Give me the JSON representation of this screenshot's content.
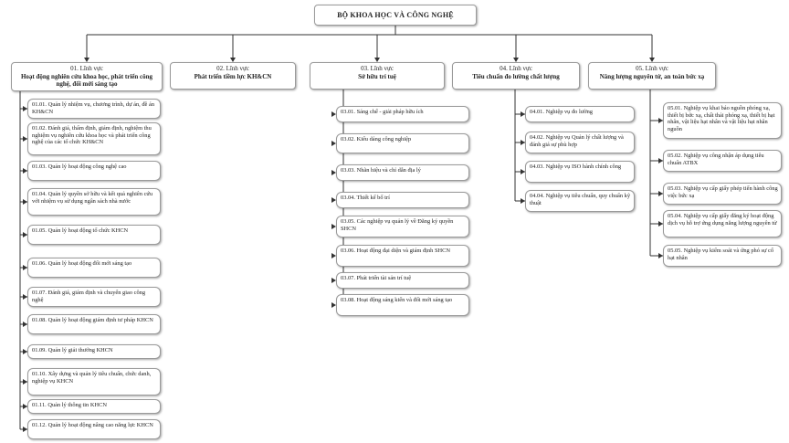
{
  "root": {
    "title": "BỘ KHOA HỌC VÀ CÔNG NGHỆ"
  },
  "domains": [
    {
      "code": "01. Lĩnh vực",
      "title": "Hoạt động nghiên cứu khoa học, phát triển công nghệ, đổi mới sáng tạo",
      "items": [
        "01.01. Quản lý nhiệm vụ, chương trình, dự án, đề án KH&CN",
        "01.02. Đánh giá, thẩm định, giám định, nghiệm thu nghiệm vụ nghiên cứu khoa học và phát triển công nghệ của các tổ chức KH&CN",
        "01.03. Quản lý hoạt động công nghệ cao",
        "01.04. Quản lý quyền sở hữu và kết quả nghiên cứu với nhiệm vụ sử dụng ngân sách nhà nước",
        "01.05. Quản lý hoạt động tổ chức KHCN",
        "01.06. Quản lý hoạt động đổi mới sáng tạo",
        "01.07. Đánh giá, giám định và chuyển giao công nghệ",
        "01.08. Quản lý hoạt động giám định tư pháp KHCN",
        "01.09. Quản lý giải thưởng KHCN",
        "01.10. Xây dựng và quản lý tiêu chuẩn, chức danh, nghiệp vụ KHCN",
        "01.11. Quản lý thông tin KHCN",
        "01.12. Quản lý hoạt động nâng cao năng lực KHCN"
      ]
    },
    {
      "code": "02. Lĩnh vực",
      "title": "Phát triển tiềm lực KH&CN",
      "items": []
    },
    {
      "code": "03. Lĩnh vực",
      "title": "Sở hữu trí tuệ",
      "items": [
        "03.01. Sáng chế - giải pháp hữu ích",
        "03.02. Kiểu dáng công nghiệp",
        "03.03. Nhãn hiệu và chỉ dẫn địa lý",
        "03.04. Thiết kế bố trí",
        "03.05. Các nghiệp vụ quản lý về Đăng ký quyền SHCN",
        "03.06. Hoạt động đại diện và giám định SHCN",
        "03.07. Phát triển tài sản trí tuệ",
        "03.08. Hoạt động sáng kiến và đổi mới sáng tạo"
      ]
    },
    {
      "code": "04. Lĩnh vực",
      "title": "Tiêu chuẩn đo lường chất lượng",
      "items": [
        "04.01. Nghiệp vụ đo lường",
        "04.02. Nghiệp vụ Quản lý chất lượng và đánh giá sự phù hợp",
        "04.03. Nghiệp vụ ISO hành chính công",
        "04.04. Nghiệp vụ tiêu chuẩn, quy chuẩn kỹ thuật"
      ]
    },
    {
      "code": "05. Lĩnh vực",
      "title": "Năng lượng nguyên tử, an toàn bức xạ",
      "items": [
        "05.01. Nghiệp vụ khai báo nguồn phóng xạ, thiết bị bức xạ, chất thải phóng xạ, thiết bị hạt nhân, vật liệu hạt nhân và vật liệu hạt nhân nguồn",
        "05.02. Nghiệp vụ công nhận áp dụng tiêu chuẩn ATBX",
        "05.03. Nghiệp vụ cấp giấy phép tiến hành công việc bức xạ",
        "05.04. Nghiệp vụ cấp giấy đăng ký hoạt động dịch vụ hỗ trợ ứng dụng năng lượng nguyên tử",
        "05.05. Nghiệp vụ kiểm soát và ứng phó sự cố hạt nhân"
      ]
    }
  ]
}
